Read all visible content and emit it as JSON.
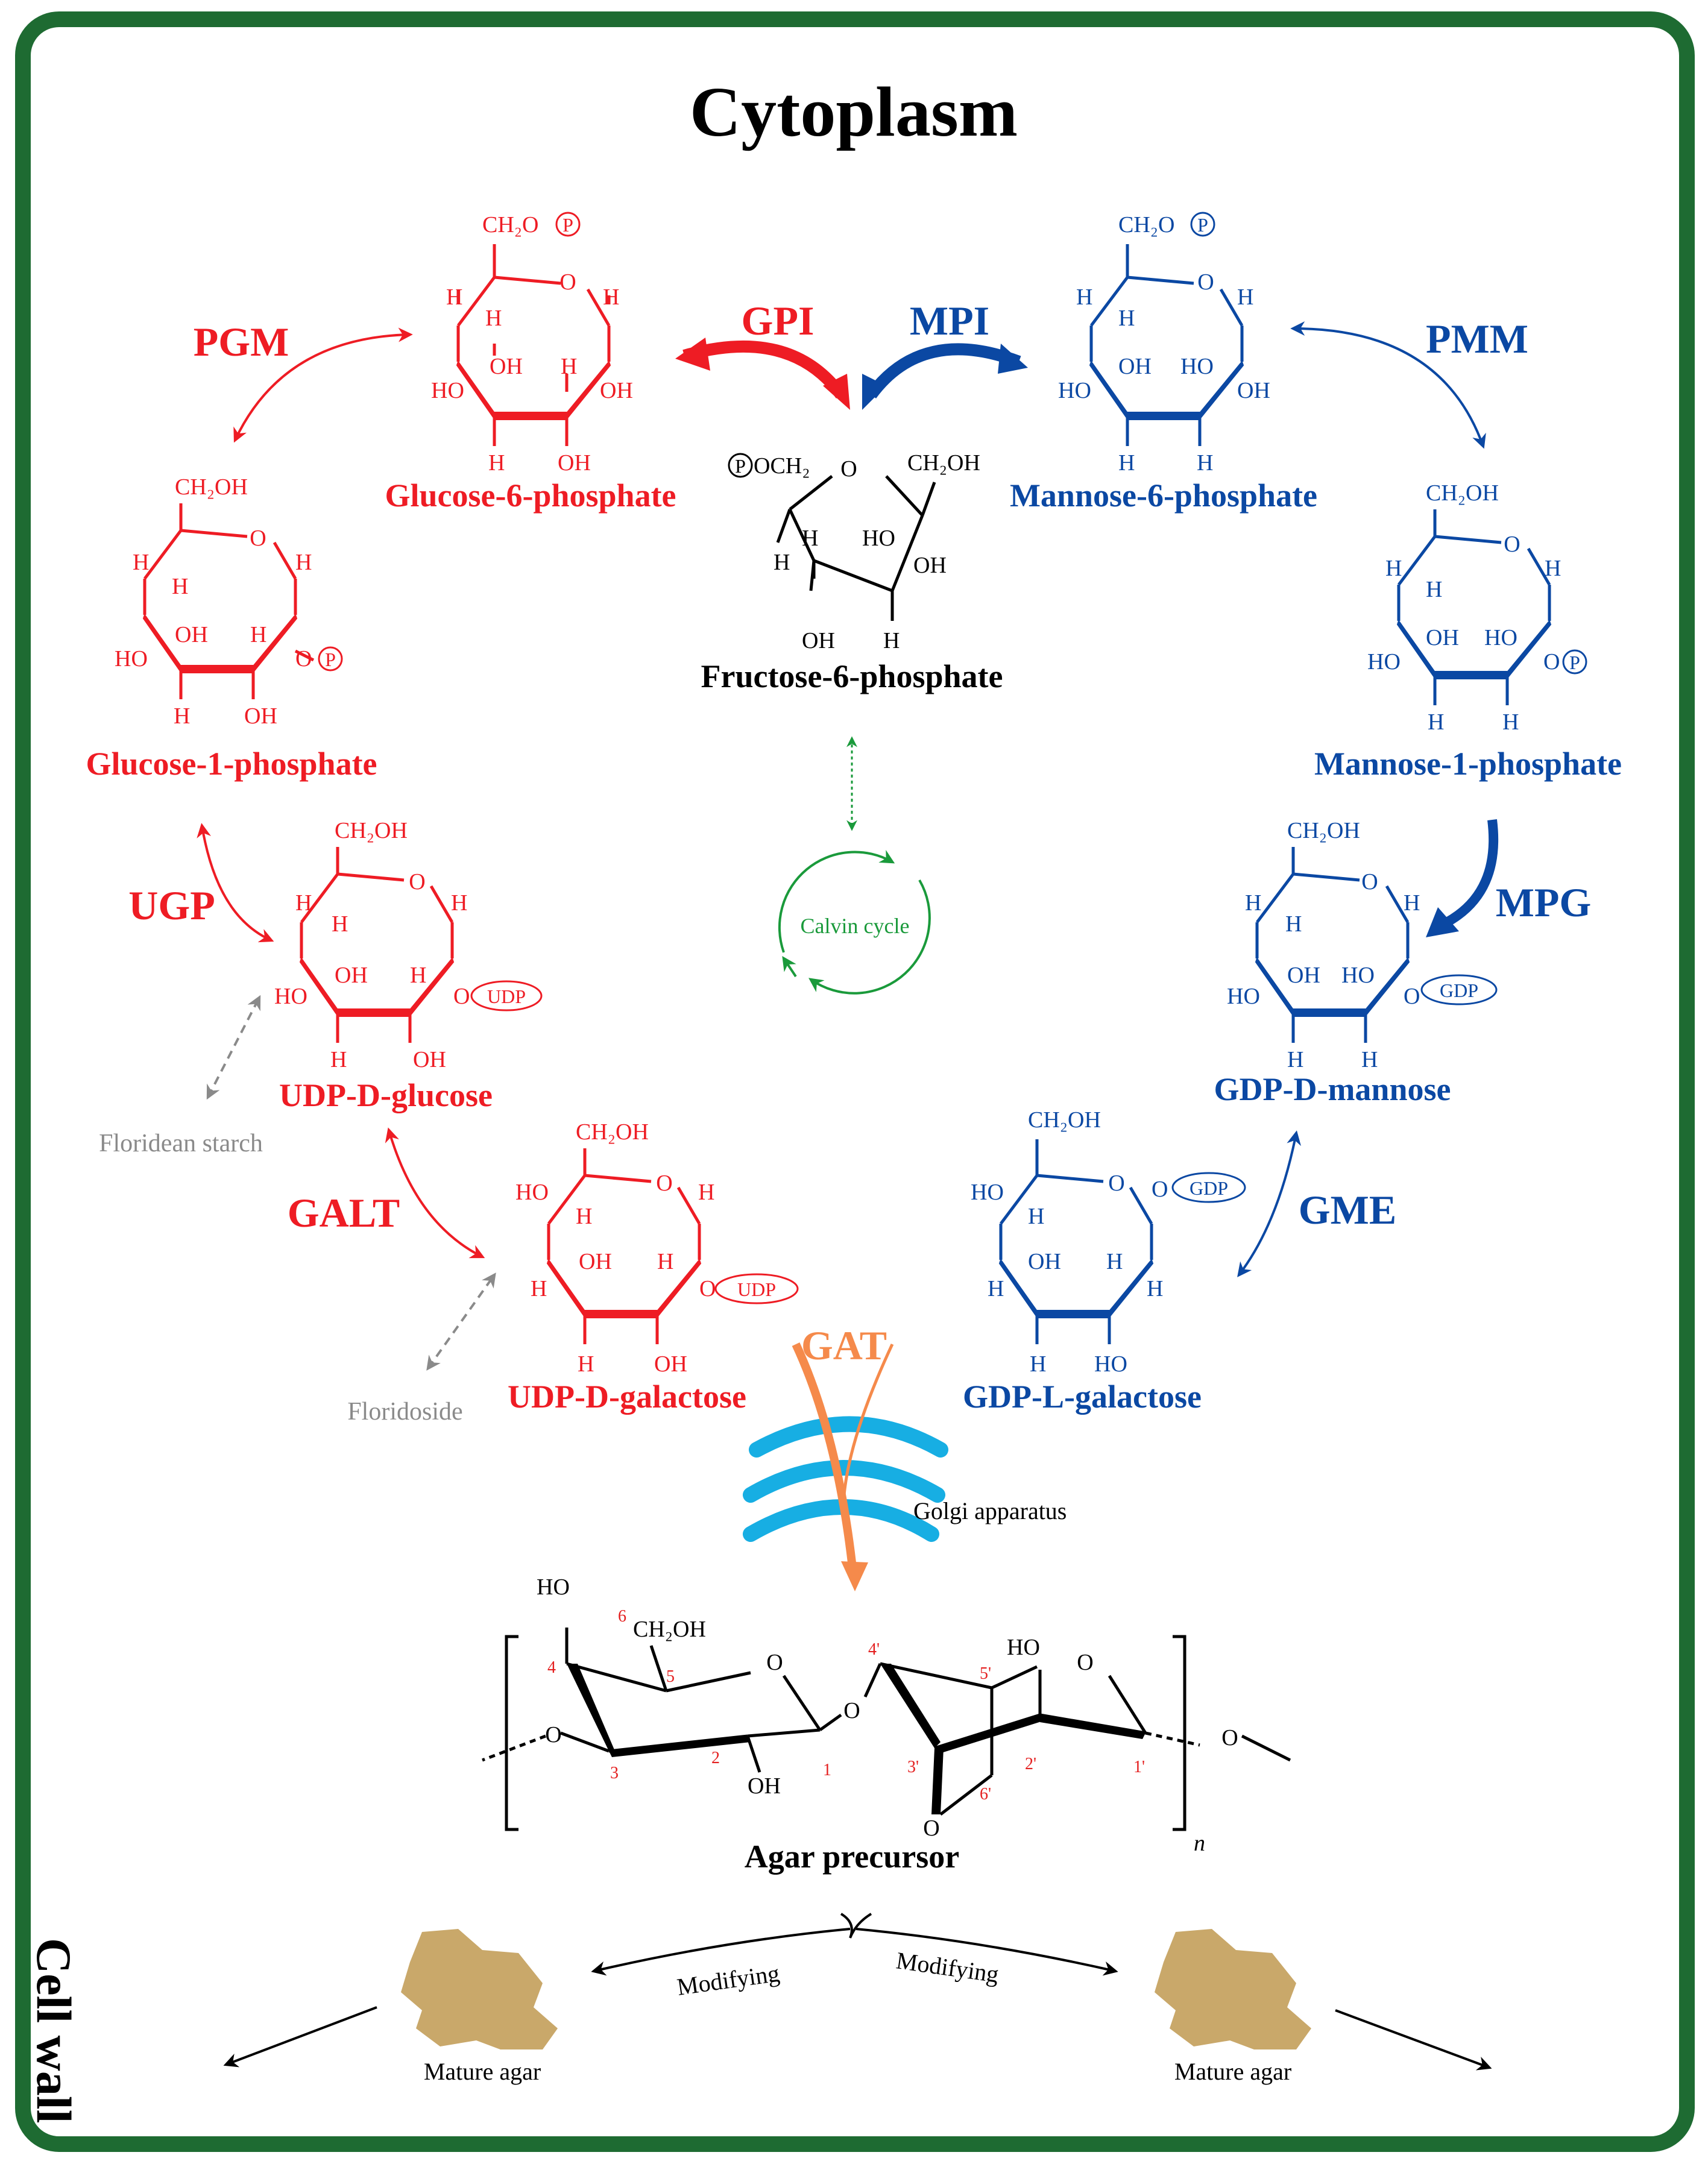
{
  "title": "Cytoplasm",
  "side_label": "Cell wall",
  "colors": {
    "red": "#ee1c24",
    "blue": "#0b48a3",
    "green": "#1a9a3b",
    "orange": "#f58a4b",
    "cyan": "#17aee3",
    "gray": "#8a8a8a",
    "frame": "#1e6b32",
    "agar": "#c9a86a"
  },
  "metabolites": {
    "g6p": "Glucose-6-phosphate",
    "g1p": "Glucose-1-phosphate",
    "udpglc": "UDP-D-glucose",
    "udpgal": "UDP-D-galactose",
    "f6p": "Fructose-6-phosphate",
    "m6p": "Mannose-6-phosphate",
    "m1p": "Mannose-1-phosphate",
    "gdpman": "GDP-D-mannose",
    "gdpgal": "GDP-L-galactose",
    "agar_precursor": "Agar precursor"
  },
  "enzymes": {
    "pgm": "PGM",
    "gpi": "GPI",
    "mpi": "MPI",
    "pmm": "PMM",
    "ugp": "UGP",
    "mpg": "MPG",
    "galt": "GALT",
    "gme": "GME",
    "gat": "GAT"
  },
  "notes": {
    "starch": "Floridean starch",
    "floridoside": "Floridoside",
    "calvin": "Calvin cycle",
    "golgi": "Golgi apparatus",
    "modifying_left": "Modifying",
    "modifying_right": "Modifying",
    "mature_left": "Mature agar",
    "mature_right": "Mature agar"
  },
  "atoms": {
    "ch2op": "CH₂O",
    "ch2oh": "CH₂OH",
    "o": "O",
    "h": "H",
    "oh": "OH",
    "ho": "HO",
    "p": "P",
    "udp": "UDP",
    "gdp": "GDP",
    "pocH2": "OCH₂",
    "n": "n"
  },
  "numbering": {
    "c1": "1",
    "c2": "2",
    "c3": "3",
    "c4": "4",
    "c5": "5",
    "c6": "6",
    "c1p": "1'",
    "c2p": "2'",
    "c3p": "3'",
    "c4p": "4'",
    "c5p": "5'",
    "c6p": "6'"
  }
}
